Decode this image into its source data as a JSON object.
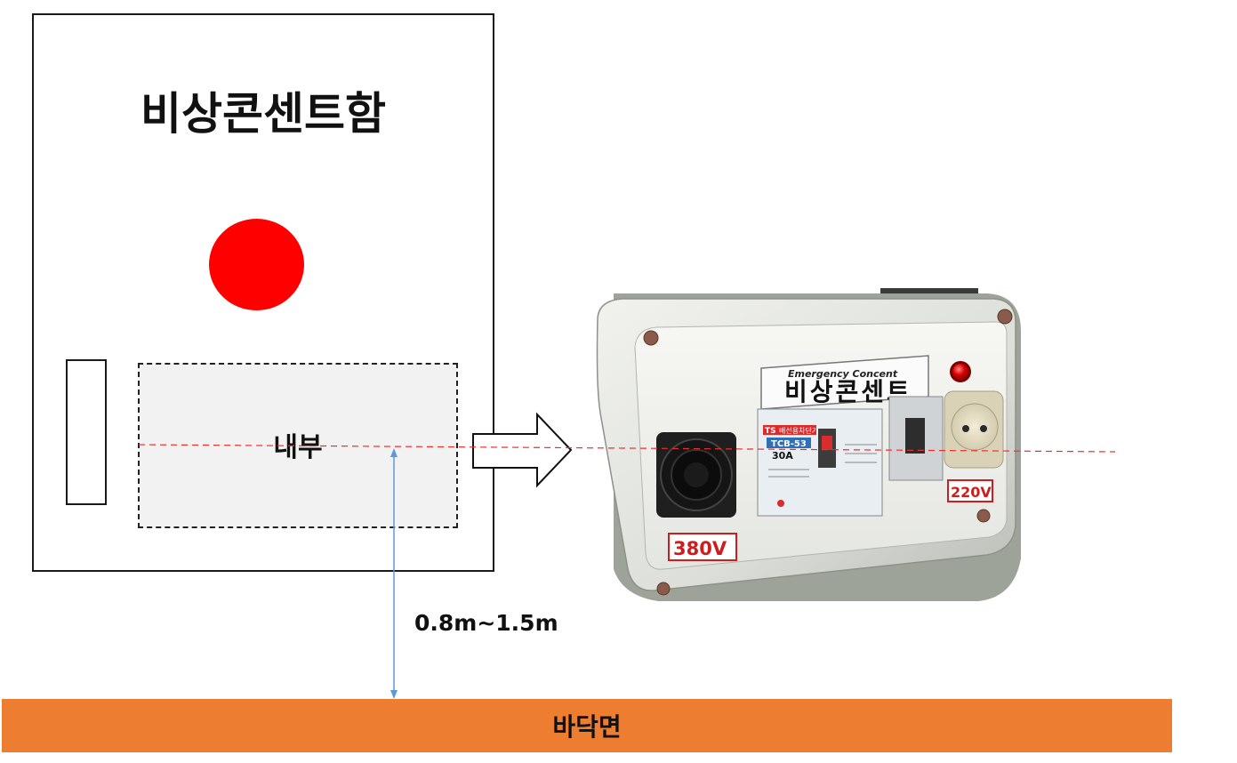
{
  "box": {
    "title": "비상콘센트함",
    "interior_label": "내부"
  },
  "dimension": {
    "label": "0.8m~1.5m"
  },
  "floor": {
    "label": "바닥면"
  },
  "device": {
    "brand_line": "Emergency Concent",
    "name": "비상콘센트",
    "breaker_brand": "TS",
    "breaker_title": "배선용차단기",
    "breaker_model": "TCB-53",
    "breaker_rating": "30A",
    "label_380": "380V",
    "label_220": "220V"
  },
  "colors": {
    "lamp": "#ff0000",
    "floor": "#ed7d31",
    "reference_line": "#e8302b",
    "dimension_arrow": "#5b9bd5"
  },
  "icons": [
    "arrow-right-icon",
    "dimension-arrow-icon"
  ]
}
